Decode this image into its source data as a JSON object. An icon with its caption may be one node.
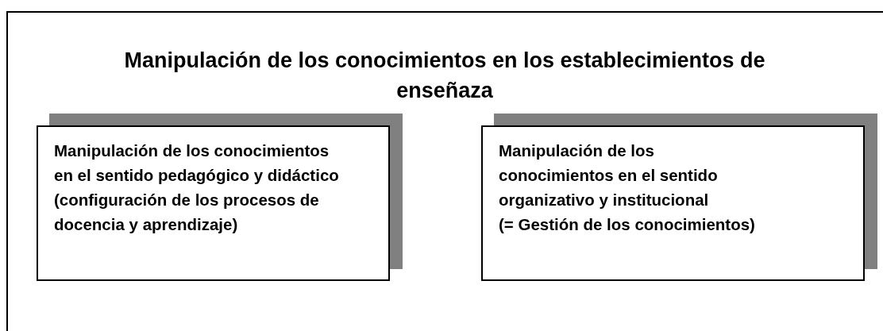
{
  "diagram": {
    "title": "Manipulación de los conocimientos en los establecimientos de enseñaza",
    "nodes": [
      {
        "text": [
          "Manipulación de los conocimientos en el sentido pedagógico y didáctico (configuración de los procesos de docencia y aprendizaje)"
        ]
      },
      {
        "text": [
          "Manipulación de los conocimientos en el sentido organizativo y institucional",
          "(= Gestión de los conocimientos)"
        ]
      }
    ],
    "edges": []
  }
}
